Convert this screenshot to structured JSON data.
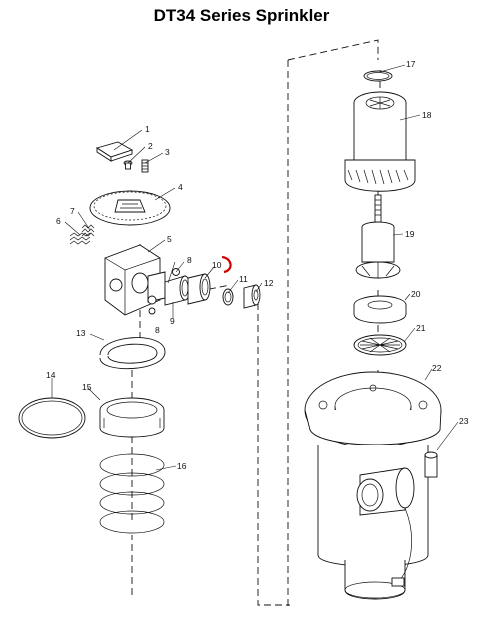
{
  "title": "DT34 Series Sprinkler",
  "callouts": [
    "1",
    "2",
    "3",
    "4",
    "5",
    "6",
    "7",
    "8",
    "8",
    "9",
    "10",
    "11",
    "12",
    "13",
    "14",
    "15",
    "16",
    "17",
    "18",
    "19",
    "20",
    "21",
    "22",
    "23"
  ],
  "colors": {
    "highlight": "#d00000",
    "line": "#111111"
  }
}
